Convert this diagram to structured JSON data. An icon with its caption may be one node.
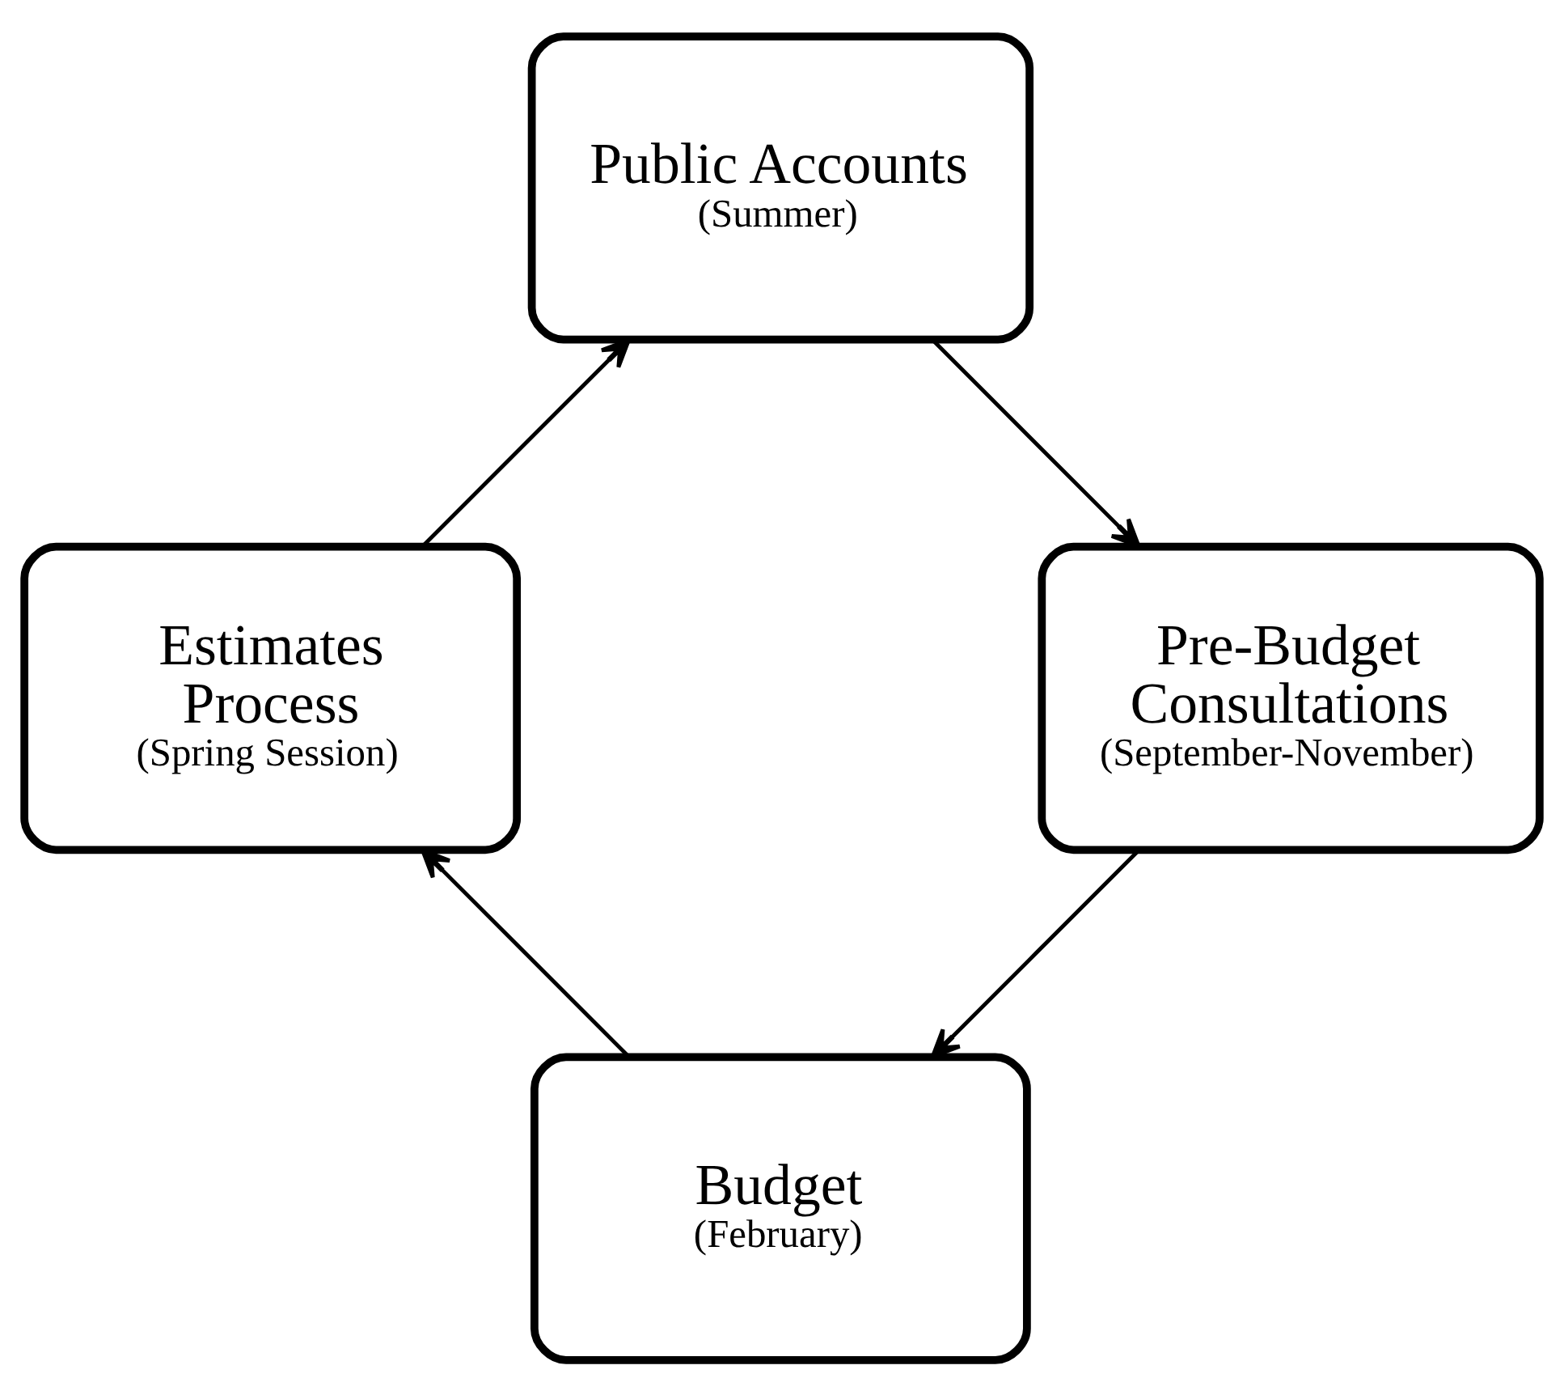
{
  "diagram": {
    "nodes": [
      {
        "text": [
          "Budget",
          "(February)"
        ]
      },
      {
        "text": [
          "Estimates Process",
          "(Spring Session)"
        ]
      },
      {
        "text": [
          "Public Accounts",
          "(Summer)"
        ]
      },
      {
        "text": [
          "Pre-Budget Consultations",
          "(September-November)"
        ]
      }
    ],
    "edges": [
      {
        "from": 0,
        "to": 1,
        "arrow": "to"
      },
      {
        "from": 1,
        "to": 2,
        "arrow": "to"
      },
      {
        "from": 2,
        "to": 3,
        "arrow": "to"
      },
      {
        "from": 3,
        "to": 0,
        "arrow": "to"
      }
    ]
  }
}
